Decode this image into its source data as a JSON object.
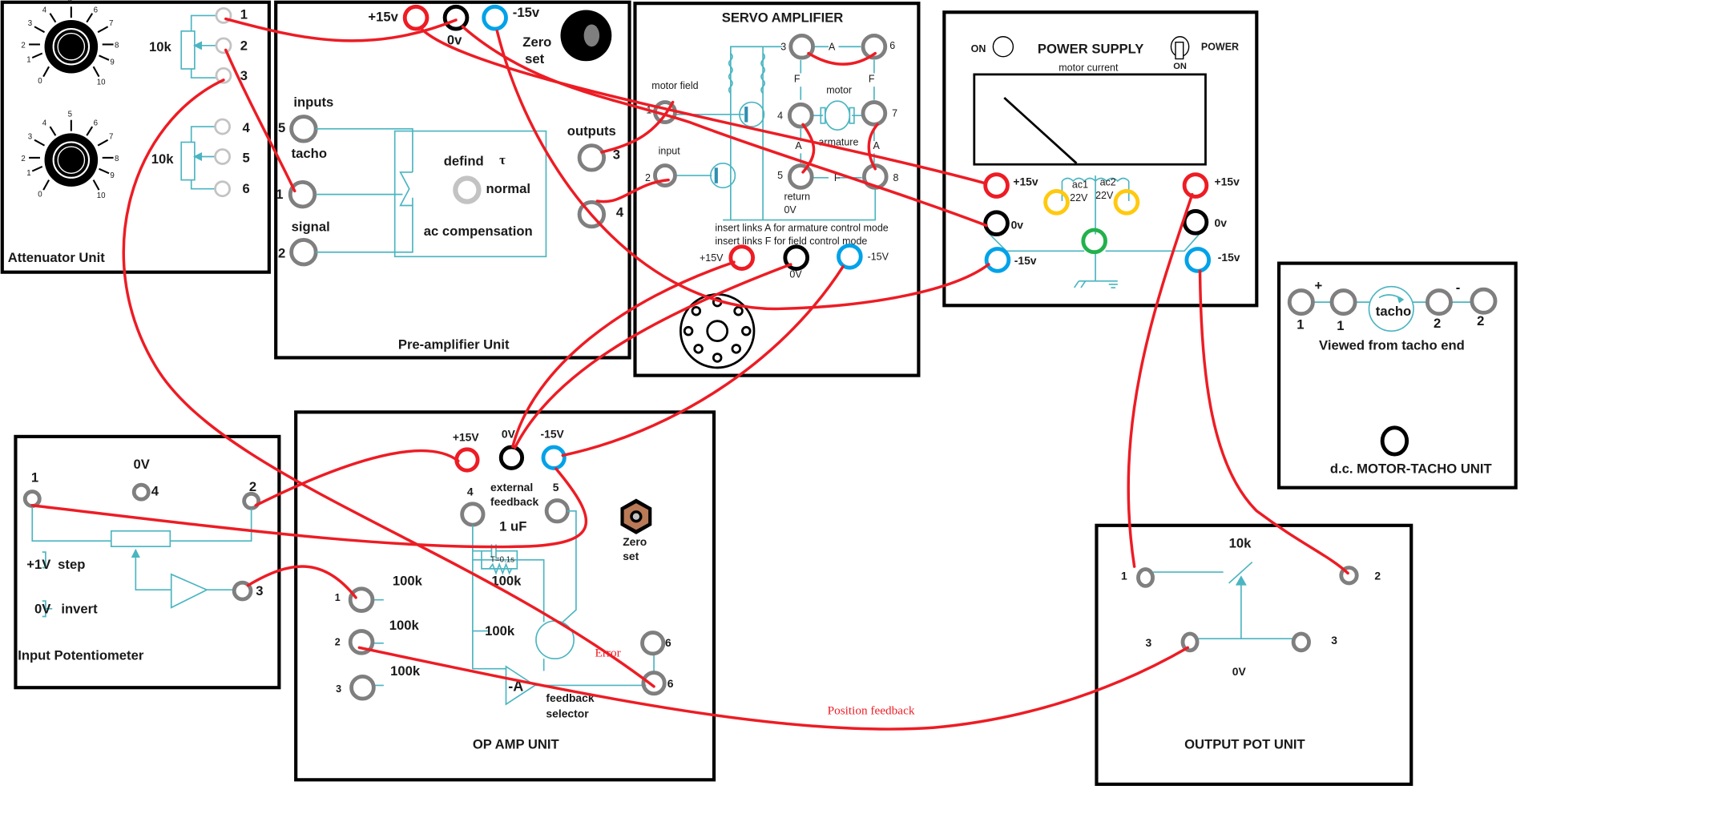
{
  "attenuator": {
    "title": "Attenuator Unit",
    "dial_ticks": [
      "0",
      "1",
      "2",
      "3",
      "4",
      "5",
      "6",
      "7",
      "8",
      "9",
      "10"
    ],
    "pot1_label": "10k",
    "pot2_label": "10k",
    "terminals": [
      "1",
      "2",
      "3",
      "4",
      "5",
      "6"
    ]
  },
  "preamp": {
    "title": "Pre-amplifier Unit",
    "supply": {
      "plus": "+15v",
      "zero": "0v",
      "minus": "-15v"
    },
    "zero_set": [
      "Zero",
      "set"
    ],
    "inputs_label": "inputs",
    "tacho_label": "tacho",
    "signal_label": "signal",
    "input_numbers": [
      "5",
      "1",
      "2"
    ],
    "defind_label": "defind",
    "tau_label": "τ",
    "normal_label": "normal",
    "ac_label": "ac compensation",
    "outputs_label": "outputs",
    "output_numbers": [
      "3",
      "4"
    ]
  },
  "servo": {
    "title": "SERVO AMPLIFIER",
    "motor_field": "motor field",
    "input": "input",
    "motor": "motor",
    "armature": "armature",
    "return": "return",
    "zero_v": "0V",
    "link_a": "A",
    "link_f": "F",
    "terminals": [
      "1",
      "2",
      "3",
      "4",
      "5",
      "6",
      "7",
      "8"
    ],
    "note1": "insert links A for armature control mode",
    "note2": "insert links F for field control mode",
    "supply": {
      "plus": "+15V",
      "zero": "0V",
      "minus": "-15V"
    }
  },
  "power_supply": {
    "title": "POWER SUPPLY",
    "on_label": "ON",
    "power_label": "POWER",
    "switch_on": "ON",
    "meter_label": "motor current",
    "ac1": [
      "ac1",
      "22V"
    ],
    "ac2": [
      "ac2",
      "22V"
    ],
    "left": {
      "plus": "+15v",
      "zero": "0v",
      "minus": "-15v"
    },
    "right": {
      "plus": "+15v",
      "zero": "0v",
      "minus": "-15v"
    }
  },
  "motor_tacho": {
    "title": "d.c. MOTOR-TACHO UNIT",
    "plus": "+",
    "minus": "-",
    "tacho": "tacho",
    "numbers": [
      "1",
      "1",
      "2",
      "2"
    ],
    "viewed": "Viewed from tacho end"
  },
  "input_pot": {
    "title": "Input Potentiometer",
    "zero_v": "0V",
    "terminals": [
      "1",
      "4",
      "2",
      "3"
    ],
    "step": "+1V",
    "step_label": "step",
    "invert_v": "0V",
    "invert_label": "invert"
  },
  "op_amp": {
    "title": "OP AMP UNIT",
    "supply": {
      "plus": "+15V",
      "zero": "0V",
      "minus": "-15V"
    },
    "external": [
      "external",
      "feedback"
    ],
    "t4": "4",
    "t5": "5",
    "cap": "1 uF",
    "tconst": "T=0.1s",
    "r": "100k",
    "inputs": [
      "1",
      "2",
      "3"
    ],
    "gain": "-A",
    "selector": [
      "feedback",
      "selector"
    ],
    "t6": "6",
    "zero_set": [
      "Zero",
      "set"
    ],
    "error": "Error"
  },
  "output_pot": {
    "title": "OUTPUT POT UNIT",
    "pot_label": "10k",
    "zero_v": "0V",
    "terminals": [
      "1",
      "2",
      "3",
      "3"
    ]
  },
  "wire_labels": {
    "position_feedback": "Position feedback"
  }
}
